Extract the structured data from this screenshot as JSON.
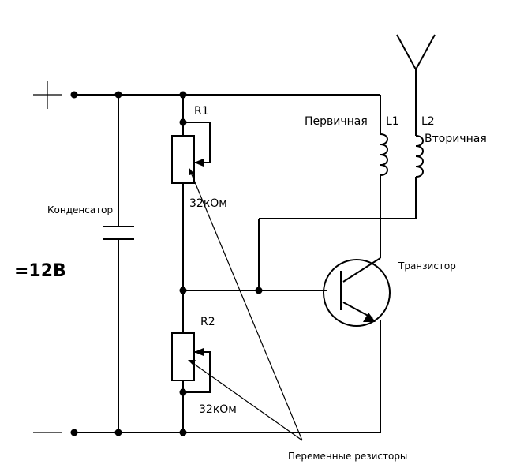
{
  "labels": {
    "supply_voltage": "=12В",
    "capacitor": "Конденсатор",
    "r1": "R1",
    "r1_value": "32кОм",
    "r2": "R2",
    "r2_value": "32кОм",
    "primary": "Первичная",
    "l1": "L1",
    "l2": "L2",
    "secondary": "Вторичная",
    "transistor": "Транзистор",
    "variable_resistors": "Переменные резисторы"
  }
}
